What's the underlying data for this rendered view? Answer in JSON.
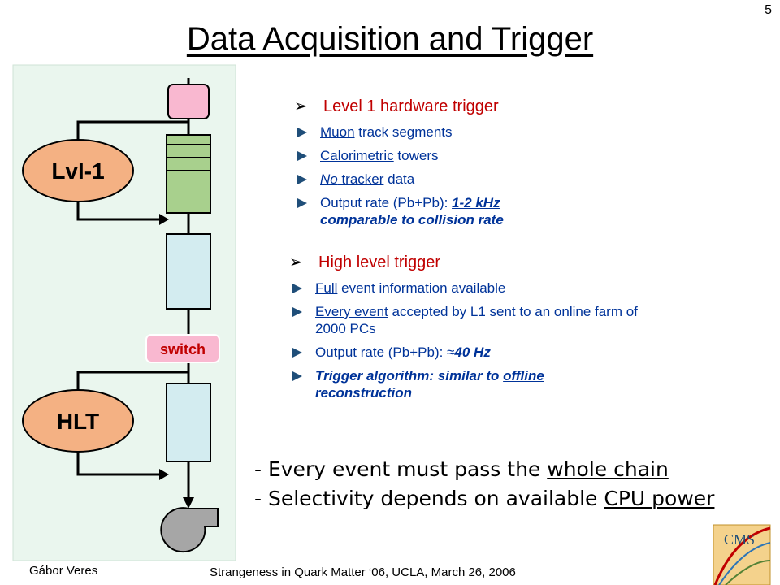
{
  "slide_number": "5",
  "title": "Data Acquisition and Trigger",
  "diagram": {
    "lvl1_label": "Lvl-1",
    "hlt_label": "HLT",
    "switch_label": "switch"
  },
  "level1": {
    "heading": "Level 1 hardware trigger",
    "items": [
      {
        "u": "Muon",
        "rest": " track segments"
      },
      {
        "u": "Calorimetric",
        "rest": " towers"
      },
      {
        "u_it": "No",
        "u": " tracker",
        "rest": " data"
      },
      {
        "pre": "Output rate (Pb+Pb): ",
        "bi_u": "1-2 kHz",
        "bi2": "comparable to collision rate"
      }
    ]
  },
  "hlt": {
    "heading": "High level trigger",
    "items": [
      {
        "u": "Full",
        "rest": " event information available"
      },
      {
        "u": "Every event",
        "rest": " accepted by L1 sent to an online farm of 2000 PCs"
      },
      {
        "pre": "Output rate (Pb+Pb): ",
        "approx": "≈",
        "bi_u": "40 Hz"
      },
      {
        "bi": "Trigger algorithm: similar to ",
        "bi_u": "offline",
        "bi2": "reconstruction"
      }
    ]
  },
  "notes": [
    {
      "pre": "- Every event must pass the ",
      "u": "whole chain"
    },
    {
      "pre": "- Selectivity depends on available ",
      "u": "CPU power"
    }
  ],
  "footer": {
    "author": "Gábor Veres",
    "conference": "Strangeness in Quark Matter ‘06, UCLA, March 26, 2006"
  },
  "logo_text": "CMS",
  "colors": {
    "panel": "#eaf6ee",
    "pink": "#f9b8d0",
    "green": "#a8d08d",
    "cyan": "#d3ecf0",
    "ellipse": "#f4b183",
    "switch_text": "#c00000",
    "heading_red": "#c00000",
    "item_blue": "#003399"
  }
}
